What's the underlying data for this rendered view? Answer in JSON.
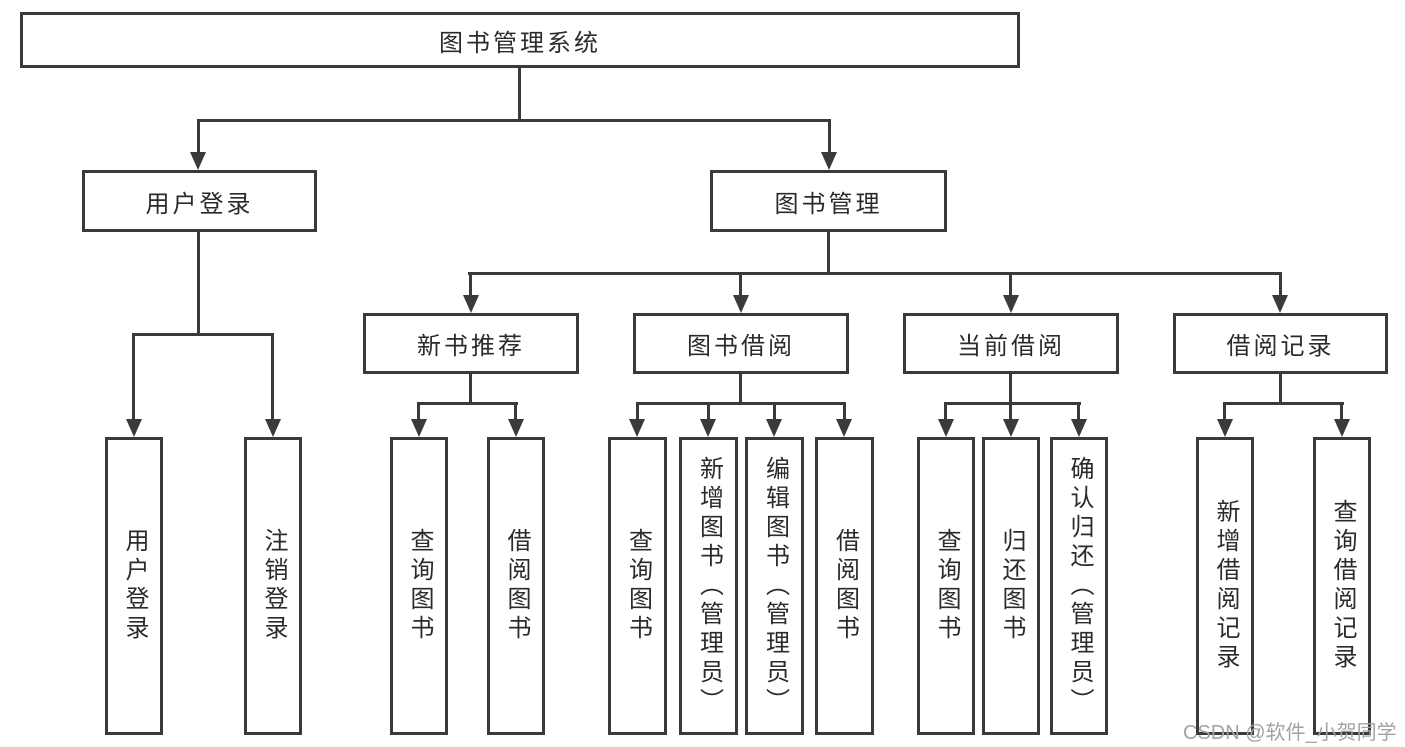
{
  "tree": {
    "root": {
      "label": "图书管理系统"
    },
    "branches": [
      {
        "label": "用户登录",
        "children": [
          {
            "label": "用户登录"
          },
          {
            "label": "注销登录"
          }
        ]
      },
      {
        "label": "图书管理",
        "groups": [
          {
            "label": "新书推荐",
            "children": [
              {
                "label": "查询图书"
              },
              {
                "label": "借阅图书"
              }
            ]
          },
          {
            "label": "图书借阅",
            "children": [
              {
                "label": "查询图书"
              },
              {
                "label": "新增图书（管理员）"
              },
              {
                "label": "编辑图书（管理员）"
              },
              {
                "label": "借阅图书"
              }
            ]
          },
          {
            "label": "当前借阅",
            "children": [
              {
                "label": "查询图书"
              },
              {
                "label": "归还图书"
              },
              {
                "label": "确认归还（管理员）"
              }
            ]
          },
          {
            "label": "借阅记录",
            "children": [
              {
                "label": "新增借阅记录"
              },
              {
                "label": "查询借阅记录"
              }
            ]
          }
        ]
      }
    ]
  },
  "watermark": "CSDN @软件_小贺同学",
  "colors": {
    "line": "#3a3a3a",
    "text": "#2b2b2b",
    "watermark": "#a3a3a3",
    "background": "#ffffff"
  }
}
